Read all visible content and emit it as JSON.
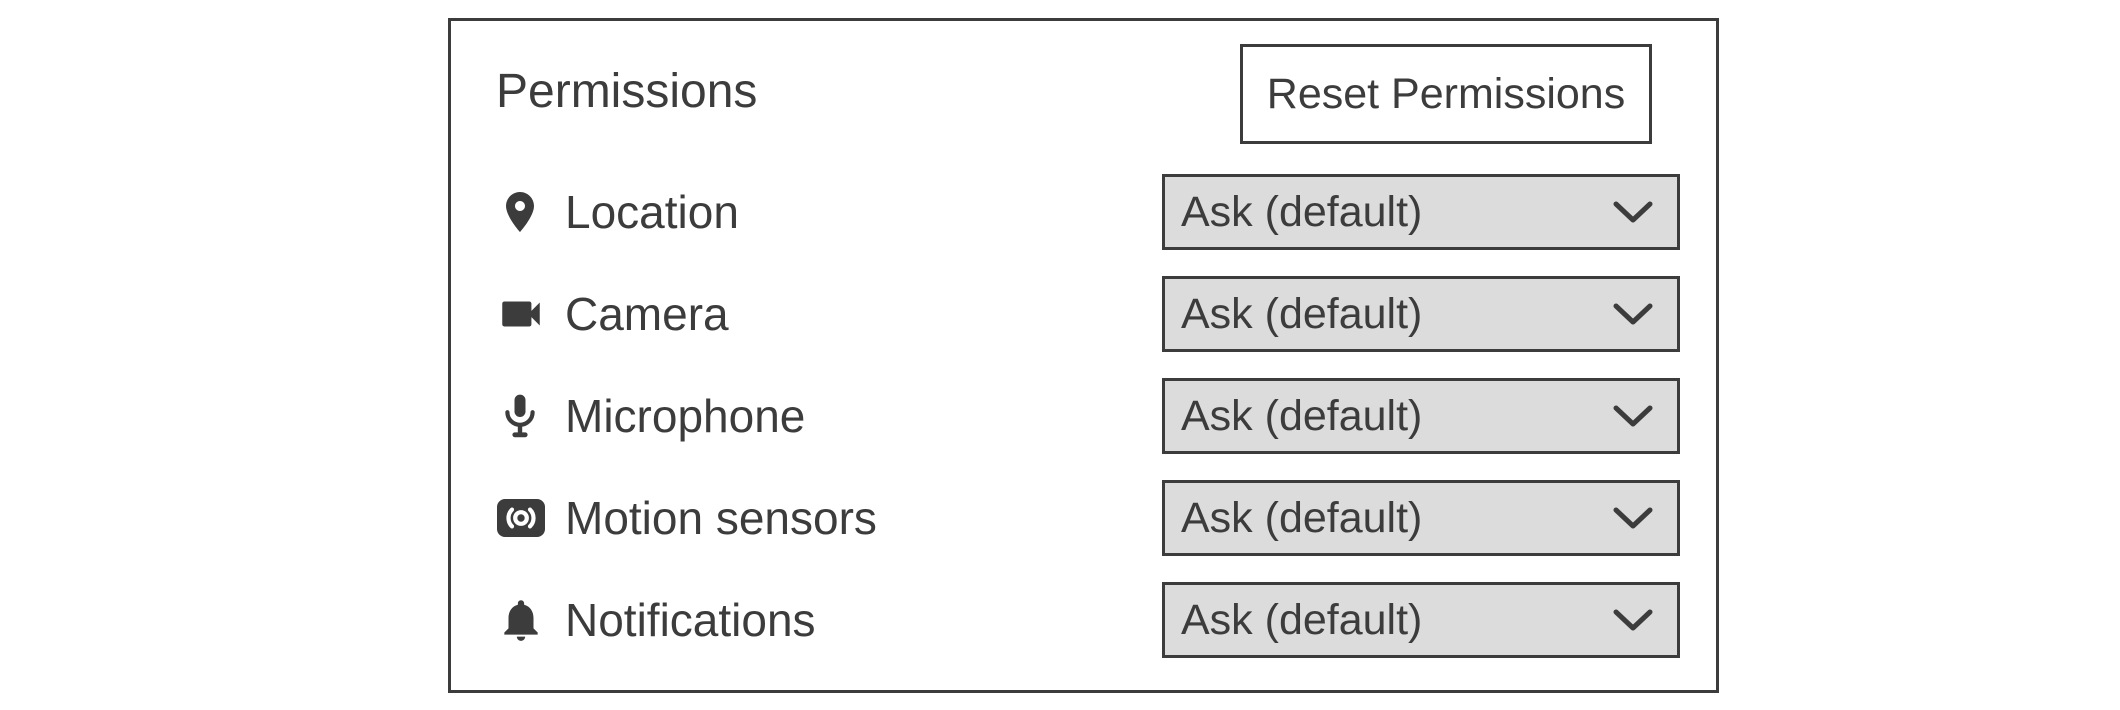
{
  "panel": {
    "title": "Permissions",
    "reset_button_label": "Reset Permissions",
    "rows": [
      {
        "icon": "location-pin-icon",
        "label": "Location",
        "value": "Ask (default)"
      },
      {
        "icon": "video-camera-icon",
        "label": "Camera",
        "value": "Ask (default)"
      },
      {
        "icon": "microphone-icon",
        "label": "Microphone",
        "value": "Ask (default)"
      },
      {
        "icon": "motion-sensors-icon",
        "label": "Motion sensors",
        "value": "Ask (default)"
      },
      {
        "icon": "bell-icon",
        "label": "Notifications",
        "value": "Ask (default)"
      }
    ],
    "colors": {
      "dark": "#3C3C3C",
      "select_bg": "#DCDCDC",
      "background": "#FFFFFF"
    }
  }
}
